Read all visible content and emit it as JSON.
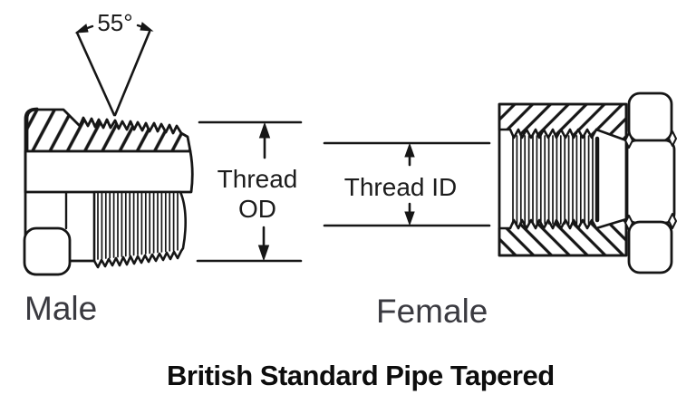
{
  "diagram": {
    "title": "British Standard Pipe Tapered",
    "annotations": {
      "thread_angle": "55°",
      "thread_od_line1": "Thread",
      "thread_od_line2": "OD",
      "thread_id": "Thread ID"
    },
    "parts": [
      {
        "name": "male-fitting",
        "label": "Male"
      },
      {
        "name": "female-fitting",
        "label": "Female"
      }
    ],
    "colors": {
      "line": "#161616",
      "background": "#ffffff",
      "label_text": "#3a3a40",
      "title_text": "#0d0d0d"
    }
  }
}
